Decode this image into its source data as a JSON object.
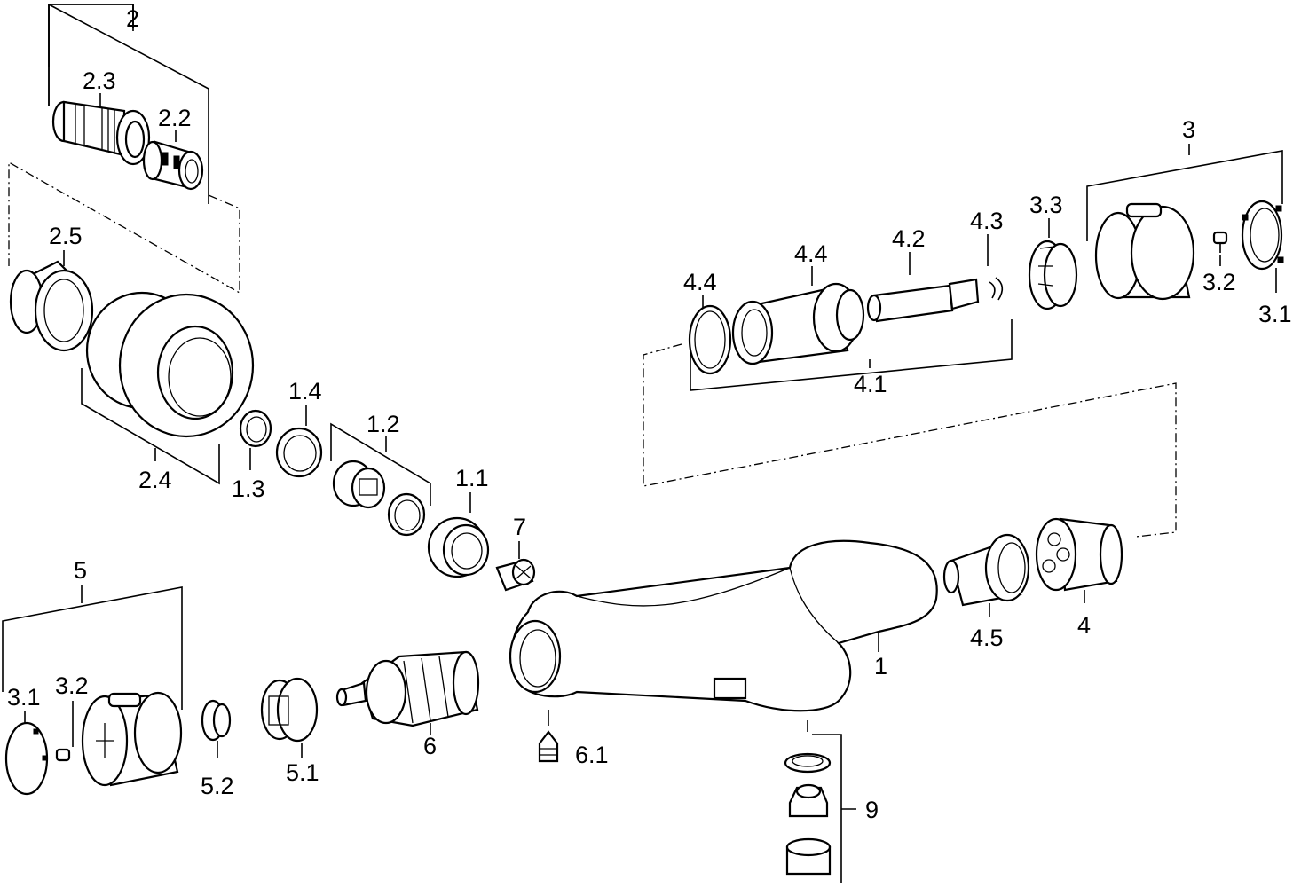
{
  "labels": {
    "l_2": "2",
    "l_2_3": "2.3",
    "l_2_2": "2.2",
    "l_2_5": "2.5",
    "l_2_4": "2.4",
    "l_1_3": "1.3",
    "l_1_4": "1.4",
    "l_1_2": "1.2",
    "l_1_1": "1.1",
    "l_7": "7",
    "l_3": "3",
    "l_3_3": "3.3",
    "l_3_2_top": "3.2",
    "l_3_1_top": "3.1",
    "l_4_4_a": "4.4",
    "l_4_4_b": "4.4",
    "l_4_2": "4.2",
    "l_4_3": "4.3",
    "l_4_1": "4.1",
    "l_4": "4",
    "l_4_5": "4.5",
    "l_1": "1",
    "l_5": "5",
    "l_3_1_bot": "3.1",
    "l_3_2_bot": "3.2",
    "l_5_2": "5.2",
    "l_5_1": "5.1",
    "l_6": "6",
    "l_6_1": "6.1",
    "l_9": "9"
  }
}
